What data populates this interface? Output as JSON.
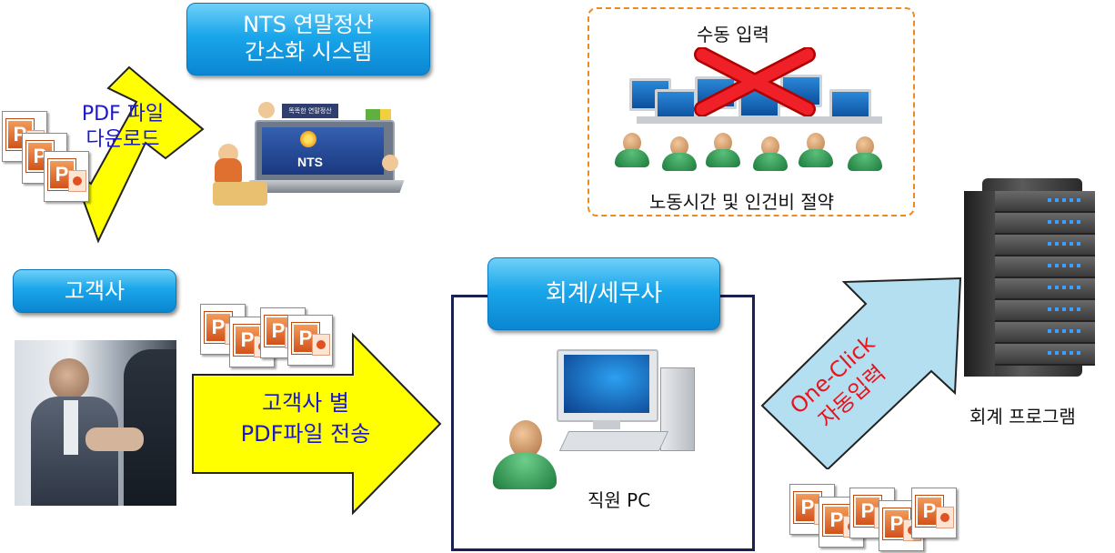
{
  "nts_box": {
    "line1": "NTS 연말정산",
    "line2": "간소화 시스템"
  },
  "download_label": {
    "line1": "PDF 파일",
    "line2": "다운로드"
  },
  "customer_label": "고객사",
  "transfer_label": {
    "line1": "고객사 별",
    "line2": "PDF파일 전송"
  },
  "manual_box": {
    "title": "수동 입력",
    "caption": "노동시간 및 인건비 절약"
  },
  "firm_label": "회계/세무사",
  "employee_pc_label": "직원 PC",
  "oneclick_label": {
    "line1": "One-Click",
    "line2": "자동입력"
  },
  "program_label": "회계 프로그램",
  "nts_screen": {
    "banner": "똑똑한 연말정산",
    "logo": "NTS"
  },
  "colors": {
    "arrow_yellow": "#ffff00",
    "arrow_blue": "#b3dff0",
    "box_blue": "#1aa6ea",
    "dash_orange": "#f08a1c",
    "red_x": "#e8141c"
  }
}
